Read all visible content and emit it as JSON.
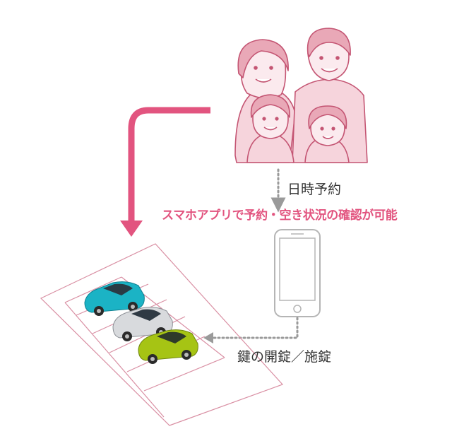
{
  "labels": {
    "reservation": "日時予約",
    "app_feature": "スマホアプリで予約・空き状況の確認が可能",
    "lock_unlock": "鍵の開錠／施錠"
  },
  "icons": {
    "family": "family-illustration-icon",
    "phone": "smartphone-icon",
    "parking": "parking-lot-icon",
    "car_teal": "car-icon",
    "car_silver": "car-icon",
    "car_lime": "car-icon"
  },
  "colors": {
    "accent": "#e2547f",
    "family_fill": "#f6d4dc",
    "family_stroke": "#c45573",
    "parking_line": "#d98fa3",
    "dotted": "#9a9a9a",
    "phone_stroke": "#b5b5b5",
    "car_teal": "#1bb3c5",
    "car_silver": "#d8dadd",
    "car_lime": "#a6c414"
  }
}
